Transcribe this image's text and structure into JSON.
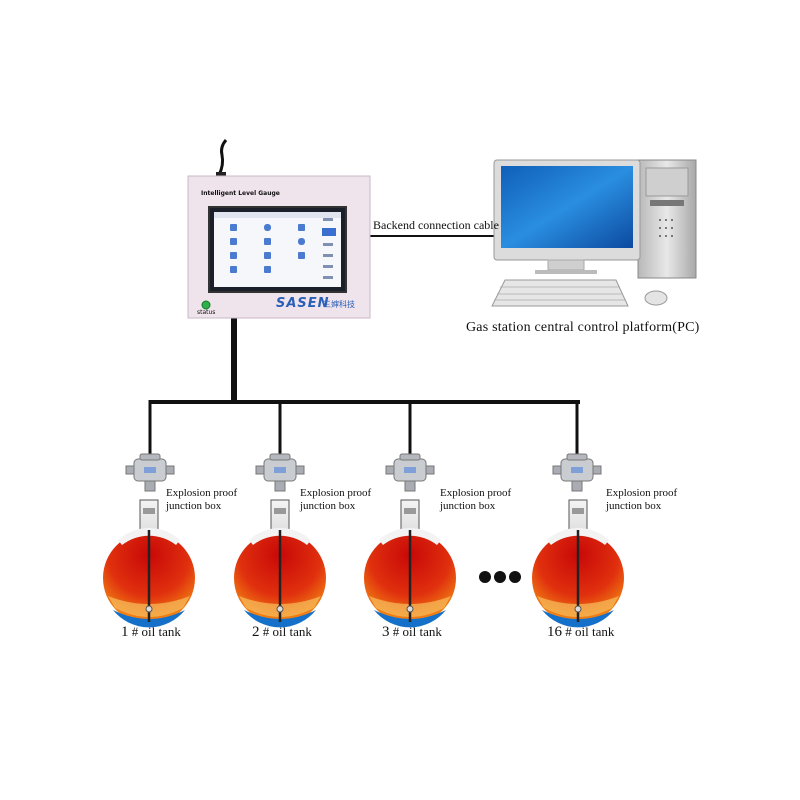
{
  "gauge": {
    "title": "Intelligent Level Gauge",
    "brand": "SASEN",
    "brand_cn": "三婶科技",
    "status_label": "status"
  },
  "cable_label": "Backend connection cable",
  "pc_label": "Gas station central control platform(PC)",
  "junction_box_label": [
    "Explosion proof",
    "junction box"
  ],
  "tanks": [
    {
      "num": "1",
      "label": "# oil tank"
    },
    {
      "num": "2",
      "label": "# oil tank"
    },
    {
      "num": "3",
      "label": "# oil tank"
    },
    {
      "num": "16",
      "label": "# oil tank"
    }
  ],
  "colors": {
    "oil_top": "#d41410",
    "oil_bottom": "#f28a10",
    "water": "#1470c8",
    "gauge_body": "#f1e6ee",
    "screen": "#0d1420"
  }
}
